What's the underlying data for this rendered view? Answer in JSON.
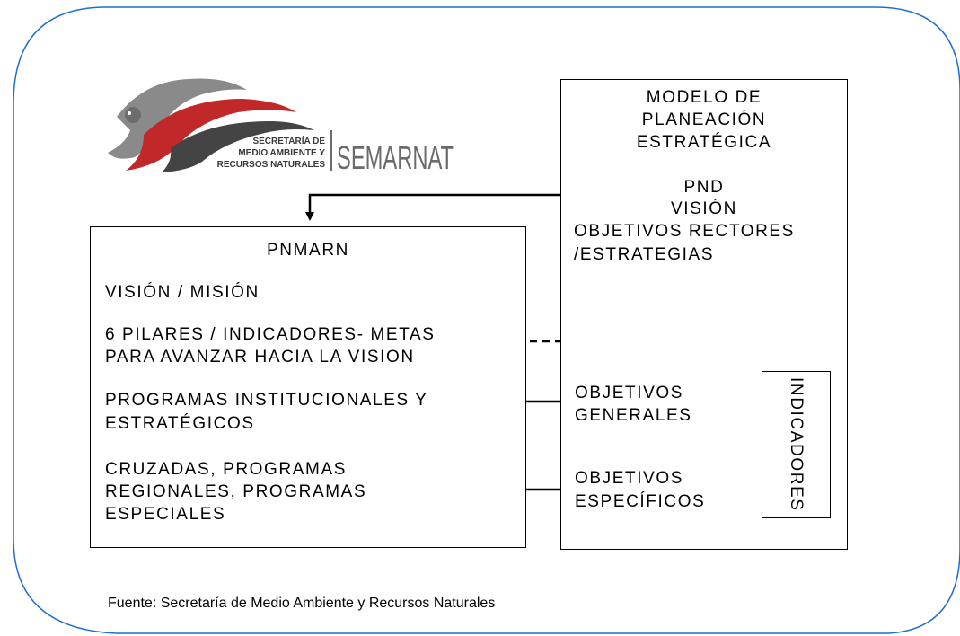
{
  "logo": {
    "line1": "SECRETARÍA DE",
    "line2": "MEDIO AMBIENTE Y",
    "line3": "RECURSOS NATURALES",
    "brand": "SEMARNAT"
  },
  "modelo": {
    "title_lines": [
      "MODELO DE",
      "PLANEACIÓN",
      "ESTRATÉGICA"
    ],
    "pnd_lines": [
      "PND",
      "VISIÓN"
    ],
    "objetivos_lines": [
      "OBJETIVOS RECTORES",
      "/ESTRATEGIAS"
    ],
    "generales_lines": [
      "OBJETIVOS",
      "GENERALES"
    ],
    "especificos_lines": [
      "OBJETIVOS",
      "ESPECÍFICOS"
    ]
  },
  "pnmarn": {
    "title": "PNMARN",
    "vision": "VISIÓN / MISIÓN",
    "pilares_lines": [
      "6 PILARES / INDICADORES- METAS",
      "PARA AVANZAR HACIA LA VISION"
    ],
    "programas_lines": [
      "PROGRAMAS INSTITUCIONALES Y",
      "ESTRATÉGICOS"
    ],
    "cruzadas_lines": [
      "CRUZADAS, PROGRAMAS",
      "REGIONALES, PROGRAMAS",
      "ESPECIALES"
    ]
  },
  "indicadores": "INDICADORES",
  "source": "Fuente: Secretaría de Medio Ambiente y Recursos Naturales",
  "colors": {
    "frame": "#1f6fd1",
    "logo_red": "#c0282a",
    "logo_gray": "#8a8a8a"
  }
}
